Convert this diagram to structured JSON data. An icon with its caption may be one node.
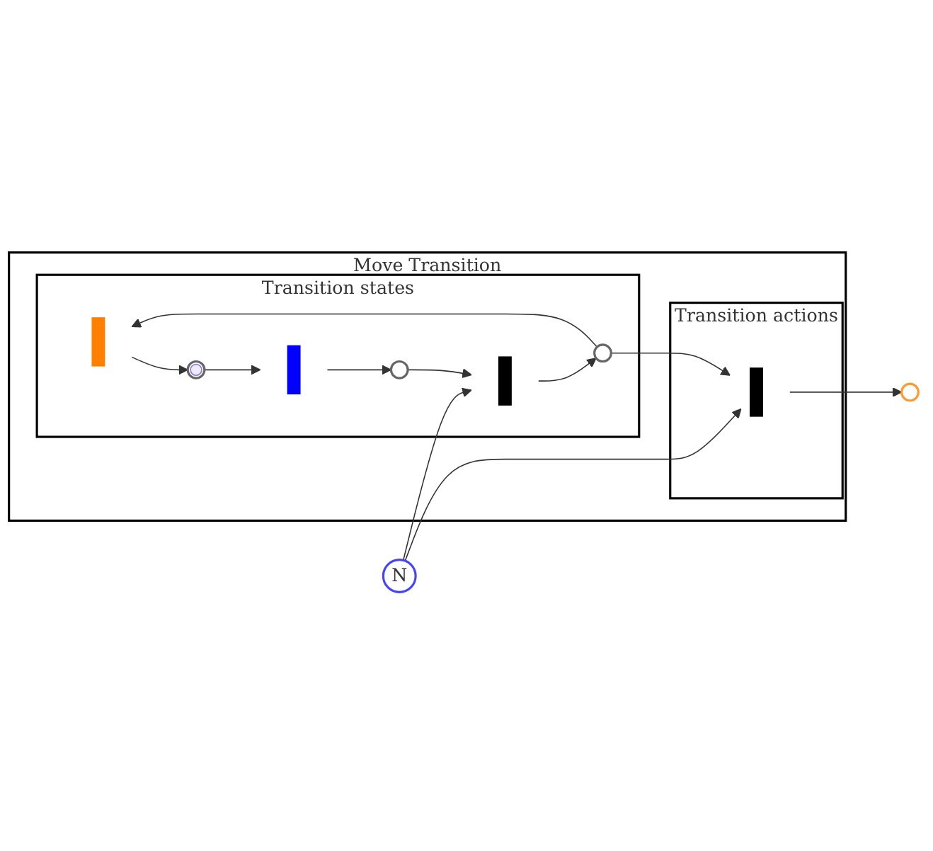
{
  "diagram": {
    "nodes": [
      {
        "text": [
          "Move Transition"
        ]
      },
      {
        "text": [
          "Transition states"
        ],
        "in": 0
      },
      {
        "text": [],
        "shape": "bar",
        "in": 1
      },
      {
        "text": [],
        "shape": "circle",
        "in": 1
      },
      {
        "text": [],
        "shape": "bar",
        "in": 1
      },
      {
        "text": [],
        "shape": "circle",
        "in": 1
      },
      {
        "text": [],
        "shape": "bar",
        "in": 1
      },
      {
        "text": [],
        "shape": "circle",
        "in": 1
      },
      {
        "text": [
          "N"
        ]
      },
      {
        "text": [
          "Transition actions"
        ],
        "in": 0
      },
      {
        "text": [],
        "shape": "bar",
        "in": 9
      },
      {
        "text": [],
        "shape": "circle"
      }
    ],
    "edges": [
      {
        "from": 3,
        "to": 4,
        "arrow": "to"
      },
      {
        "from": 4,
        "to": 5,
        "arrow": "to"
      },
      {
        "from": 5,
        "to": 6,
        "arrow": "to"
      },
      {
        "from": 6,
        "to": 7,
        "arrow": "to"
      },
      {
        "from": 7,
        "to": 2,
        "arrow": "to"
      },
      {
        "from": 2,
        "to": 3,
        "arrow": "to"
      },
      {
        "from": 8,
        "to": 6,
        "arrow": "to"
      },
      {
        "from": 7,
        "to": 10,
        "arrow": "to"
      },
      {
        "from": 8,
        "to": 10,
        "arrow": "to"
      },
      {
        "from": 10,
        "to": 11,
        "arrow": "to"
      }
    ]
  }
}
